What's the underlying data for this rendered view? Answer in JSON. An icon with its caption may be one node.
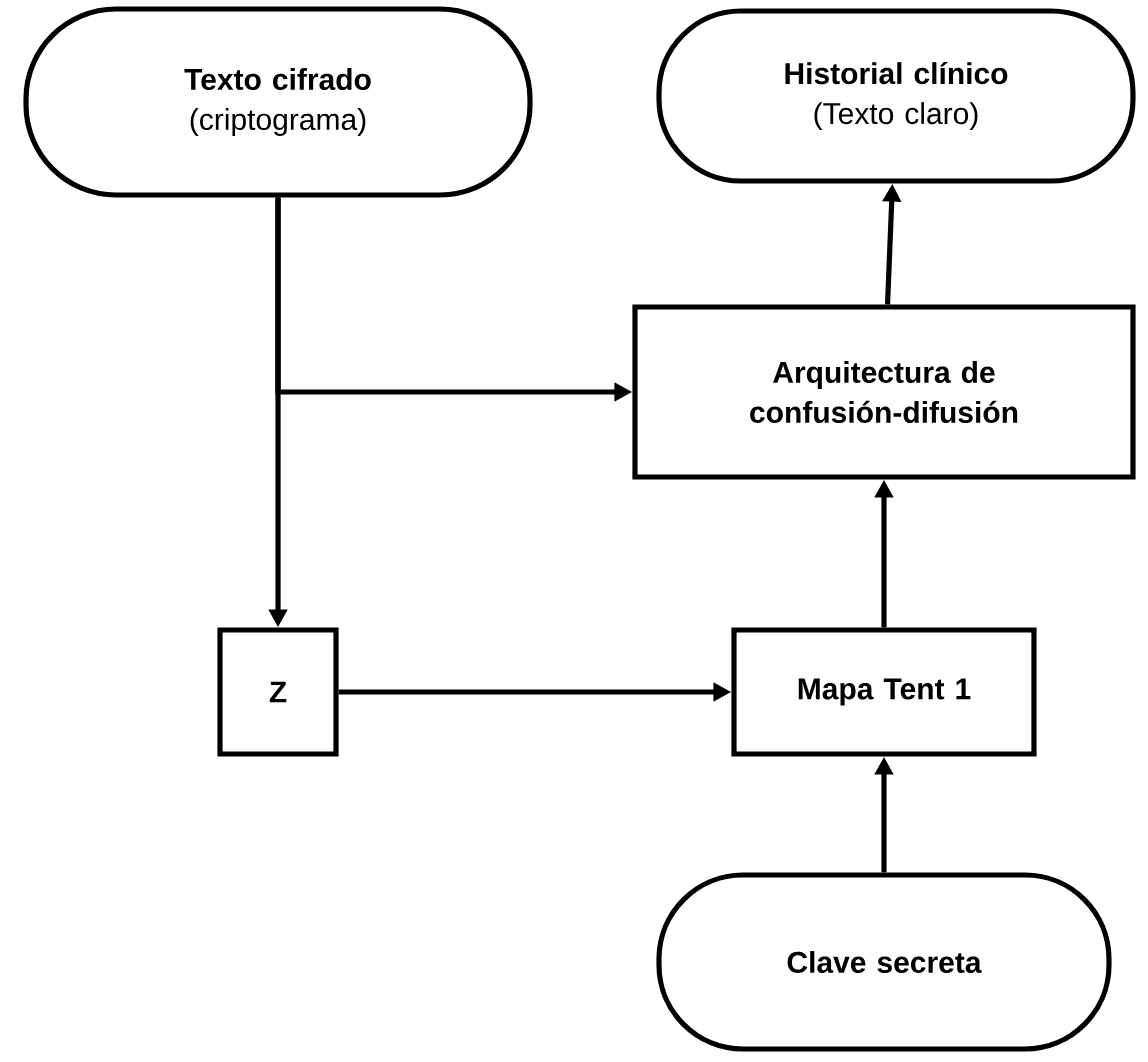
{
  "diagram": {
    "nodes": [
      {
        "text": [
          "Texto cifrado",
          "(criptograma)"
        ]
      },
      {
        "text": [
          "Historial clínico",
          "(Texto claro)"
        ]
      },
      {
        "text": [
          "Arquitectura de confusión-difusión"
        ]
      },
      {
        "text": [
          "Z"
        ]
      },
      {
        "text": [
          "Mapa Tent 1"
        ]
      },
      {
        "text": [
          "Clave secreta"
        ]
      }
    ],
    "edges": [
      {
        "from": 0,
        "to": 2,
        "arrow": "to"
      },
      {
        "from": 0,
        "to": 3,
        "arrow": "to"
      },
      {
        "from": 3,
        "to": 4,
        "arrow": "to"
      },
      {
        "from": 4,
        "to": 2,
        "arrow": "to"
      },
      {
        "from": 2,
        "to": 1,
        "arrow": "to"
      },
      {
        "from": 5,
        "to": 4,
        "arrow": "to"
      }
    ]
  }
}
